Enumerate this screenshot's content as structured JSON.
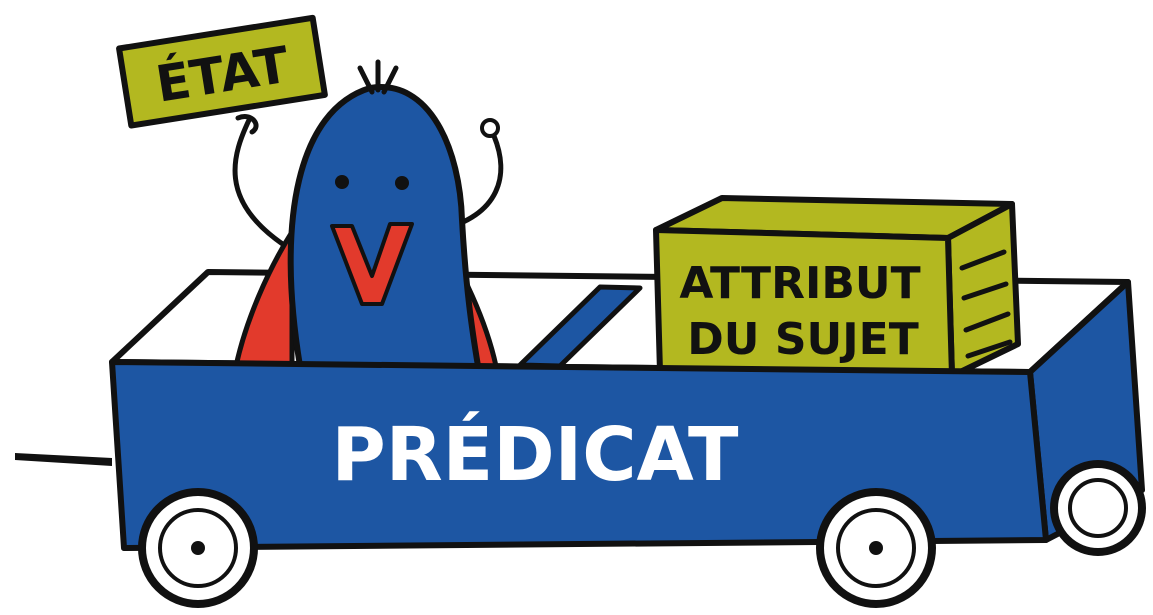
{
  "labels": {
    "sign": "ÉTAT",
    "box_line1": "ATTRIBUT",
    "box_line2": "DU SUJET",
    "wagon": "PRÉDICAT",
    "character_letter": "V"
  },
  "colors": {
    "blue": "#1d56a3",
    "olive": "#b3b820",
    "red": "#e23a2c",
    "outline": "#111111",
    "white": "#ffffff"
  }
}
